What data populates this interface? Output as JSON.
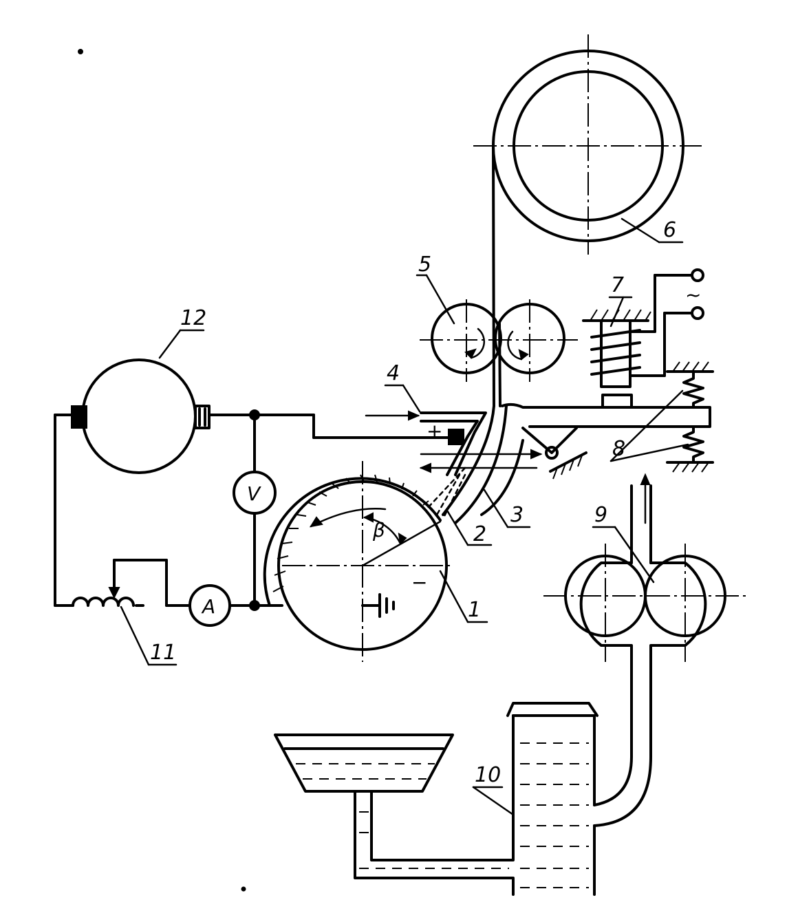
{
  "labels": {
    "drum": "1",
    "nozzle": "2",
    "guide": "3",
    "electrode": "4",
    "feed_rollers": "5",
    "wire_reel": "6",
    "vibrator": "7",
    "lever": "8",
    "pump": "9",
    "tank": "10",
    "rheostat": "11",
    "generator": "12"
  },
  "symbols": {
    "voltmeter": "V",
    "ammeter": "A",
    "plus": "+",
    "minus": "−",
    "angle": "β",
    "ac": "~"
  }
}
